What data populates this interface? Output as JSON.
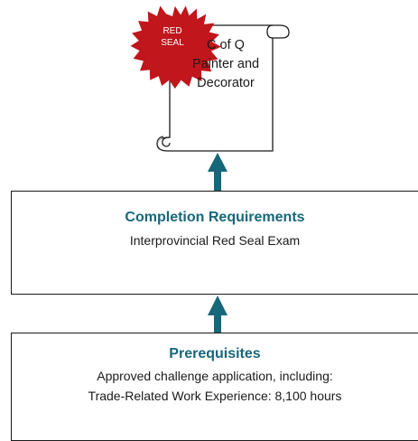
{
  "certificate": {
    "seal": {
      "line1": "RED",
      "line2": "SEAL",
      "color": "#c0161c"
    },
    "lines": [
      "C of Q",
      "Painter and",
      "Decorator"
    ]
  },
  "completion": {
    "title": "Completion Requirements",
    "lines": [
      "Interprovincial Red Seal Exam"
    ]
  },
  "prerequisites": {
    "title": "Prerequisites",
    "lines": [
      "Approved challenge application, including:",
      "Trade-Related Work Experience: 8,100 hours"
    ]
  },
  "colors": {
    "title": "#17677a",
    "arrow": "#17677a",
    "seal": "#c0161c"
  }
}
